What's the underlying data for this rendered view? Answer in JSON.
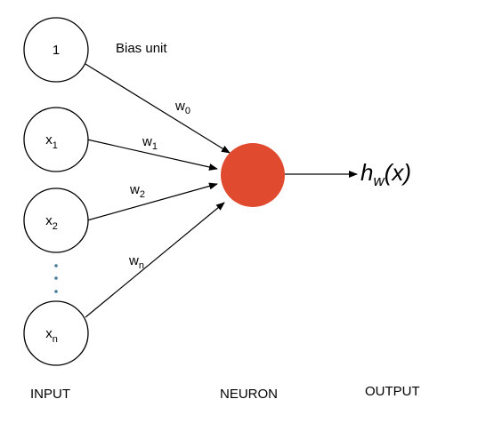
{
  "inputs": {
    "bias": {
      "label": "1"
    },
    "x1": {
      "base": "x",
      "sub": "1"
    },
    "x2": {
      "base": "x",
      "sub": "2"
    },
    "xn": {
      "base": "x",
      "sub": "n"
    }
  },
  "bias_unit_label": "Bias unit",
  "weights": {
    "w0": {
      "base": "w",
      "sub": "0"
    },
    "w1": {
      "base": "w",
      "sub": "1"
    },
    "w2": {
      "base": "w",
      "sub": "2"
    },
    "wn": {
      "base": "w",
      "sub": "n"
    }
  },
  "output": {
    "fn": "h",
    "sub": "w",
    "arg": "(x)"
  },
  "captions": {
    "input": "INPUT",
    "neuron": "NEURON",
    "output": "OUTPUT"
  },
  "colors": {
    "neuron_fill": "#e04a2f",
    "ellipsis_dots": "#4a7c9b"
  }
}
